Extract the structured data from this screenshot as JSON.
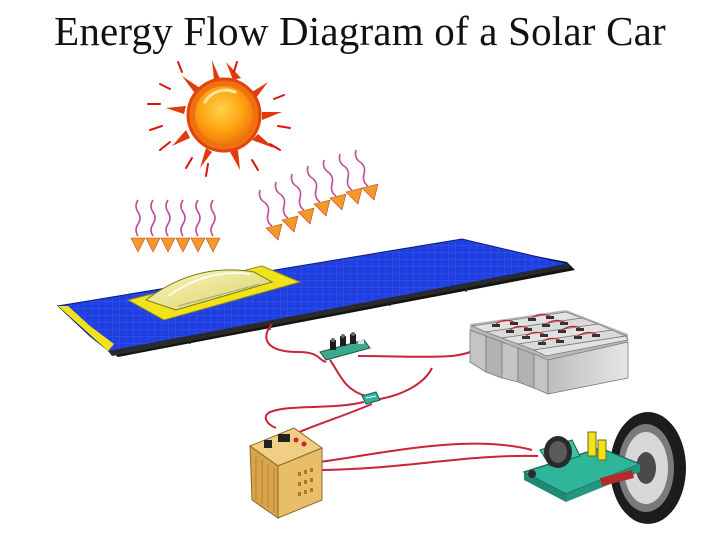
{
  "slide": {
    "title": "Energy Flow Diagram of a Solar Car"
  },
  "components": [
    {
      "id": "sun",
      "icon": "sun-icon"
    },
    {
      "id": "sun-rays",
      "icon": "wavy-ray-icon"
    },
    {
      "id": "solar-array",
      "icon": "solar-panel-icon"
    },
    {
      "id": "canopy",
      "icon": "cockpit-canopy-icon"
    },
    {
      "id": "peak-power-trackers",
      "icon": "circuit-board-icon"
    },
    {
      "id": "battery-pack",
      "icon": "battery-icon"
    },
    {
      "id": "junction",
      "icon": "connector-icon"
    },
    {
      "id": "motor-controller",
      "icon": "controller-box-icon"
    },
    {
      "id": "hub-motor-wheel",
      "icon": "motor-wheel-icon"
    }
  ],
  "colors": {
    "panel_blue": "#1f3fe0",
    "panel_frame": "#f2e21a",
    "sun_orange": "#ff9a10",
    "sun_flare": "#d9140b",
    "wire_red": "#c8243a",
    "battery_gray": "#c9c9c9",
    "controller_tan": "#e3b665",
    "motor_teal": "#2fb59a"
  }
}
